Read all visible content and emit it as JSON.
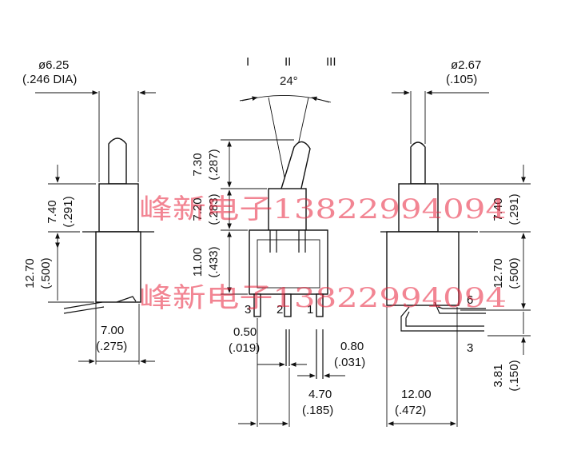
{
  "left_view": {
    "diameter_mm": "ø6.25",
    "diameter_in": "(.246 DIA)",
    "toggle_height_mm": "7.40",
    "toggle_height_in": "(.291)",
    "body_height_mm": "12.70",
    "body_height_in": "(.500)",
    "terminal_width_mm": "7.00",
    "terminal_width_in": "(.275)"
  },
  "center_view": {
    "positions": [
      "I",
      "II",
      "III"
    ],
    "angle": "24°",
    "lever_height_mm": "7.30",
    "lever_height_in": "(.287)",
    "bushing_height_mm": "7.20",
    "bushing_height_in": "(.283)",
    "body_height_mm": "11.00",
    "body_height_in": "(.433)",
    "pin_labels": [
      "3",
      "2",
      "1"
    ],
    "pin_thickness_mm": "0.50",
    "pin_thickness_in": "(.019)",
    "pin_width_mm": "0.80",
    "pin_width_in": "(.031)",
    "pin_pitch_mm": "4.70",
    "pin_pitch_in": "(.185)"
  },
  "right_view": {
    "diameter_mm": "ø2.67",
    "diameter_in": "(.105)",
    "toggle_height_mm": "7.40",
    "toggle_height_in": "(.291)",
    "body_height_mm": "12.70",
    "body_height_in": "(.500)",
    "terminal_labels": [
      "6",
      "3"
    ],
    "terminal_offset_mm": "3.81",
    "terminal_offset_in": "(.150)",
    "body_width_mm": "12.00",
    "body_width_in": "(.472)"
  },
  "watermark": {
    "line1": "峰新电子13822994094",
    "line2": "峰新电子13822994094",
    "color": "#e8203a"
  }
}
